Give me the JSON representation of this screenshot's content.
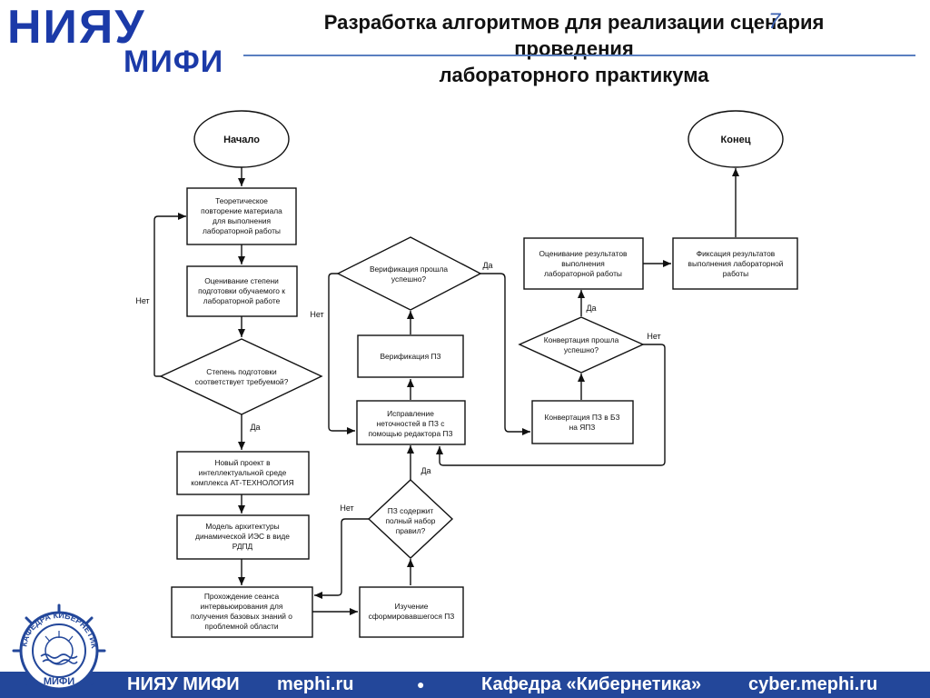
{
  "header": {
    "logo_line1": "НИЯУ",
    "logo_line2": "МИФИ",
    "title_lines": [
      "Разработка алгоритмов для реализации сценария",
      "проведения",
      "лабораторного практикума"
    ],
    "slide_number": "7"
  },
  "diagram": {
    "start": "Начало",
    "end": "Конец",
    "box_theory": [
      "Теоретическое",
      "повторение материала",
      "для выполнения",
      "лабораторной работы"
    ],
    "box_assess": [
      "Оценивание степени",
      "подготовки обучаемого к",
      "лабораторной работе"
    ],
    "dec_level": [
      "Степень подготовки",
      "соответствует требуемой?"
    ],
    "box_project": [
      "Новый проект в",
      "интеллектуальной среде",
      "комплекса АТ-ТЕХНОЛОГИЯ"
    ],
    "box_model": [
      "Модель архитектуры",
      "динамической ИЭС в виде",
      "РДПД"
    ],
    "box_session": [
      "Прохождение сеанса",
      "интервьюирования для",
      "получения базовых знаний о",
      "проблемной области"
    ],
    "box_study": [
      "Изучение",
      "сформировавшегося ПЗ"
    ],
    "dec_full": [
      "ПЗ содержит",
      "полный набор",
      "правил?"
    ],
    "box_fix": [
      "Исправление",
      "неточностей в ПЗ с",
      "помощью редактора ПЗ"
    ],
    "box_verify": [
      "Верификация ПЗ"
    ],
    "dec_verify": [
      "Верификация прошла",
      "успешно?"
    ],
    "box_convert": [
      "Конвертация ПЗ в БЗ",
      "на ЯПЗ"
    ],
    "dec_convert": [
      "Конвертация прошла",
      "успешно?"
    ],
    "box_results": [
      "Оценивание результатов",
      "выполнения",
      "лабораторной работы"
    ],
    "box_record": [
      "Фиксация результатов",
      "выполнения лабораторной",
      "работы"
    ],
    "label_yes": "Да",
    "label_no": "Нет"
  },
  "footer": {
    "left_name": "НИЯУ МИФИ",
    "left_site": "mephi.ru",
    "bullet": "●",
    "right_name": "Кафедра «Кибернетика»",
    "right_site": "cyber.mephi.ru"
  },
  "logos": {
    "kaf_ring": "КАФЕДРА КИБЕРНЕТИКИ",
    "kaf_bottom": "МИФИ"
  },
  "colors": {
    "brand_blue": "#1b3aa8",
    "footer_blue": "#23479a",
    "rule_blue": "#5a7fc0"
  }
}
